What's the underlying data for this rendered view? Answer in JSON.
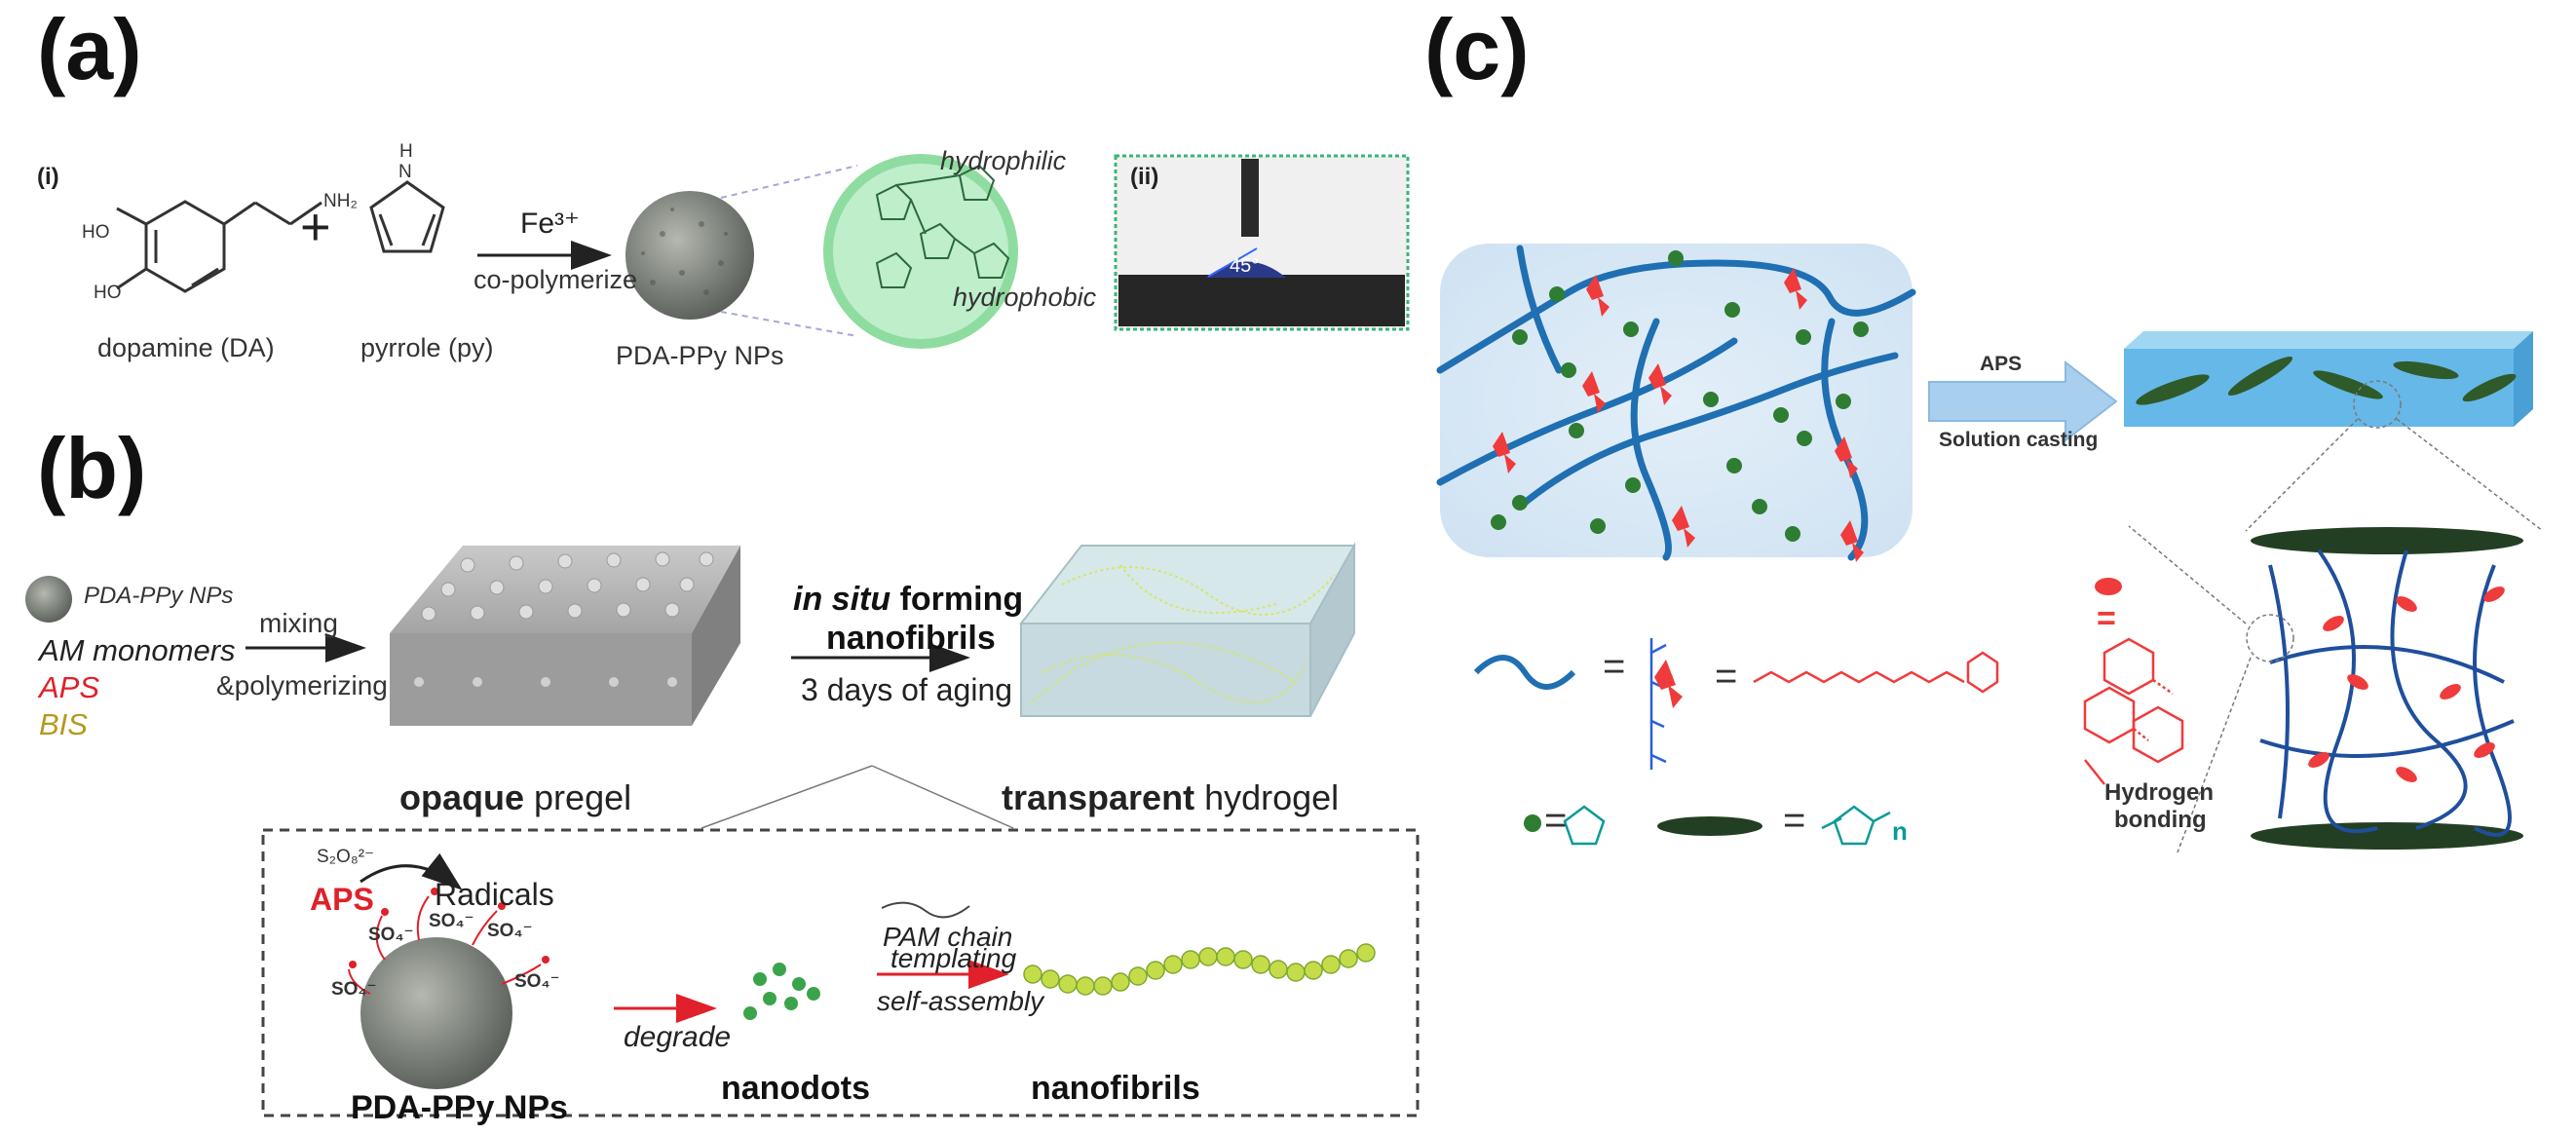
{
  "panels": {
    "a": {
      "label": "(a)",
      "sub_i": "(i)",
      "sub_ii": "(ii)",
      "dopamine": "dopamine (DA)",
      "nh2": "NH₂",
      "ho_upper": "HO",
      "ho_lower": "HO",
      "plus": "+",
      "pyrrole": "pyrrole (py)",
      "pyrrole_nh": "H",
      "pyrrole_n": "N",
      "fe": "Fe³⁺",
      "copoly": "co-polymerize",
      "np_label": "PDA-PPy NPs",
      "hydrophilic": "hydrophilic",
      "hydrophobic": "hydrophobic",
      "angle": "45°"
    },
    "b": {
      "label": "(b)",
      "legend_np": "PDA-PPy NPs",
      "am": "AM monomers",
      "aps": "APS",
      "bis": "BIS",
      "mixing": "mixing",
      "polymerizing": "&polymerizing",
      "insitu": "in situ",
      "forming": "forming",
      "nanofibrils_title": "nanofibrils",
      "aging": "3 days of aging",
      "opaque": "opaque",
      "pregel": "pregel",
      "transparent": "transparent",
      "hydrogel": "hydrogel",
      "s2o8": "S₂O₈²⁻",
      "aps_inner": "APS",
      "radicals": "Radicals",
      "so4": "SO₄⁻",
      "np_inner": "PDA-PPy NPs",
      "degrade": "degrade",
      "nanodots": "nanodots",
      "pam1": "PAM chain",
      "pam2": "templating",
      "selfassembly": "self-assembly",
      "nanofibrils": "nanofibrils"
    },
    "c": {
      "label": "(c)",
      "aps": "APS",
      "solution": "Solution casting",
      "equals": "=",
      "hbond1": "Hydrogen",
      "hbond2": "bonding",
      "n": "n"
    }
  },
  "colors": {
    "blue_chain": "#1f6fb2",
    "red_motif": "#ef3b3b",
    "green_dot": "#2e7d32",
    "cyan_struct": "#0a9a9a",
    "light_blue_box": "#dbeaf6",
    "bar_blue": "#66b8e8",
    "gel_gray": "#9a9a9a",
    "transparent_gel": "#c9dde0",
    "fibril_yellow": "#c8e04a",
    "red_arrow": "#e0202a",
    "halo_green": "#8fdca0"
  }
}
